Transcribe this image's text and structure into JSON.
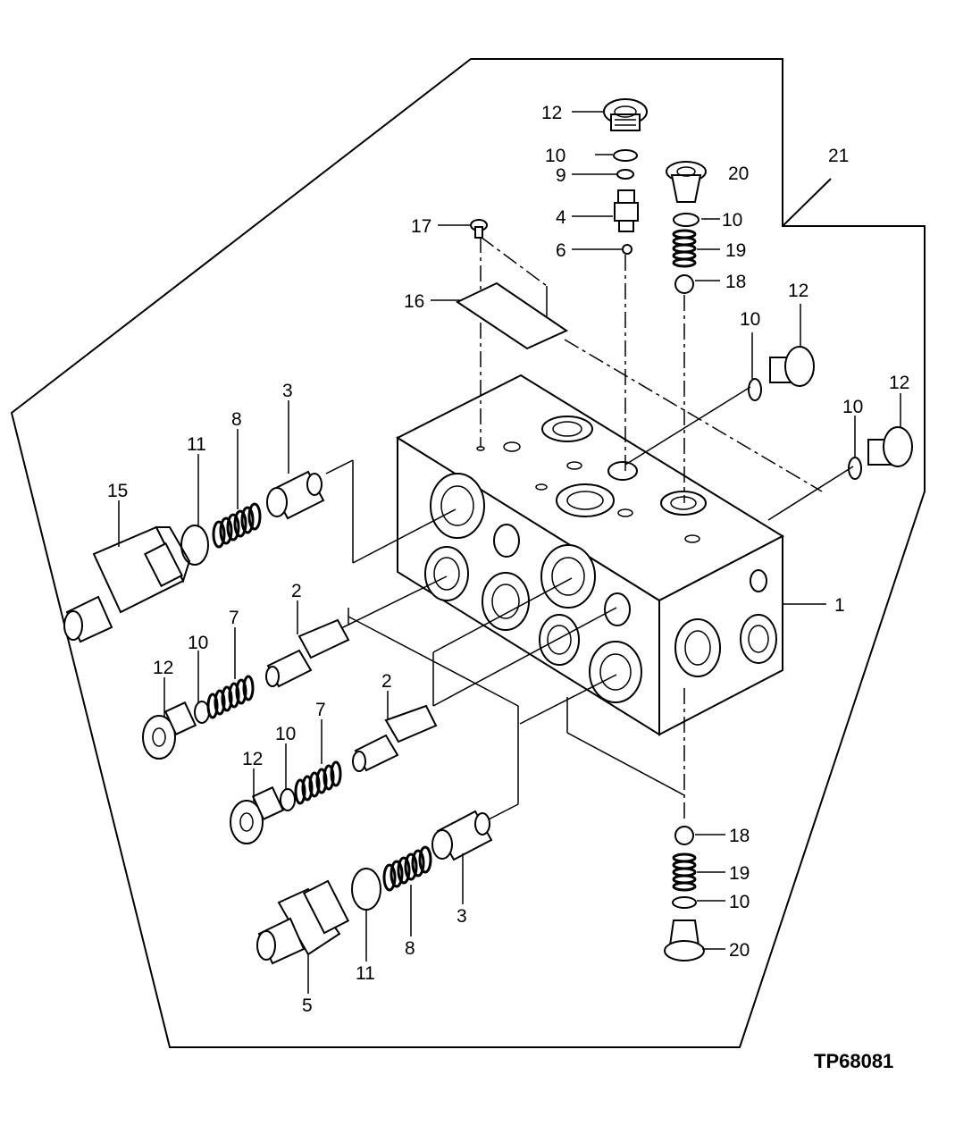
{
  "figure_ref": "TP68081",
  "callouts": {
    "c1": "1",
    "c2a": "2",
    "c2b": "2",
    "c3a": "3",
    "c3b": "3",
    "c4": "4",
    "c5": "5",
    "c6": "6",
    "c7a": "7",
    "c7b": "7",
    "c8a": "8",
    "c8b": "8",
    "c9": "9",
    "c10a": "10",
    "c10b": "10",
    "c10c": "10",
    "c10d": "10",
    "c10e": "10",
    "c10f": "10",
    "c10g": "10",
    "c11a": "11",
    "c11b": "11",
    "c12a": "12",
    "c12b": "12",
    "c12c": "12",
    "c12d": "12",
    "c12e": "12",
    "c15": "15",
    "c16": "16",
    "c17": "17",
    "c18a": "18",
    "c18b": "18",
    "c19a": "19",
    "c19b": "19",
    "c20a": "20",
    "c20b": "20",
    "c21": "21"
  }
}
